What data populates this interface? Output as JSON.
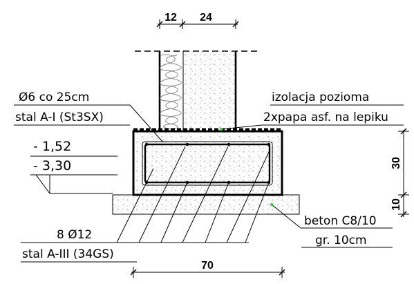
{
  "dimensions": {
    "insulation_width": "12",
    "wall_width": "24",
    "footing_height": "30",
    "blinding_height": "10",
    "footing_width": "70"
  },
  "levels": {
    "upper": "- 1,52",
    "lower": "- 3,30"
  },
  "callouts": {
    "stirrups": {
      "line1": "Ø6 co 25cm",
      "line2": "stal A-I (St3SX)"
    },
    "insulation": {
      "line1": "izolacja pozioma",
      "line2": "2xpapa asf. na lepiku"
    },
    "main_bars": {
      "line1": "8 Ø12",
      "line2": "stal A-III (34GS)"
    },
    "blinding": {
      "line1": "beton C8/10",
      "line2": "gr. 10cm"
    }
  },
  "colors": {
    "line": "#000000",
    "hatch": "#9a9a9a",
    "leader_dot": "#33dd33"
  }
}
